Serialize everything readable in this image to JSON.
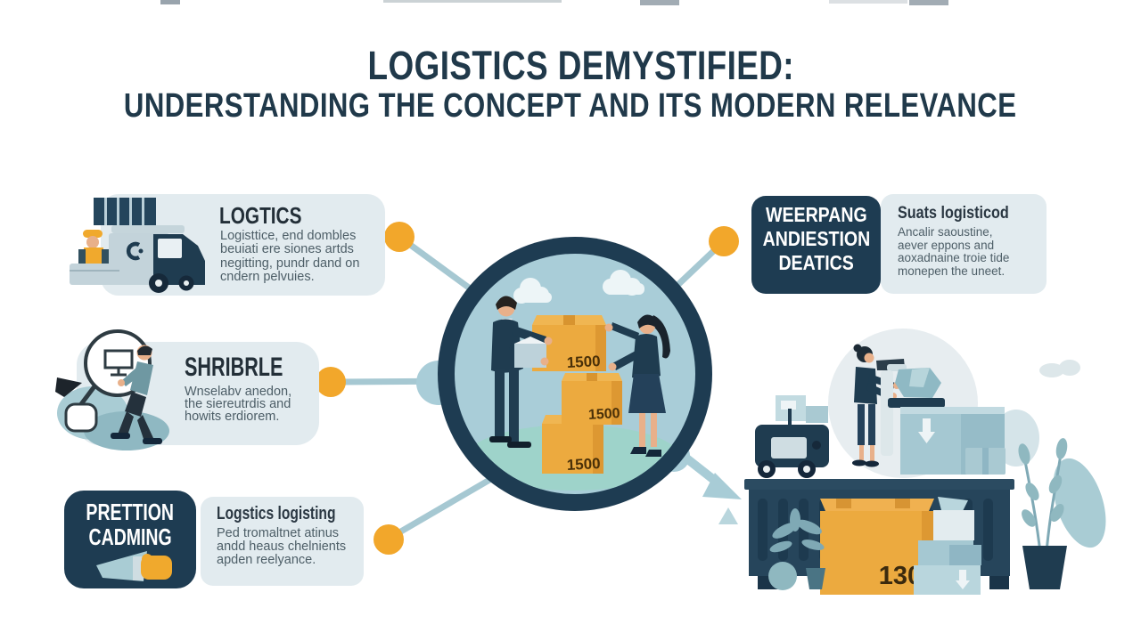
{
  "title": {
    "line1": "LOGISTICS DEMYSTIFIED:",
    "line2": "UNDERSTANDING THE CONCEPT AND ITS MODERN RELEVANCE"
  },
  "cards": {
    "logtics": {
      "heading": "LOGTICS",
      "lines": [
        "Logisttice, end dombles",
        "beuiati ere siones artds",
        "negitting, pundr dand on",
        "cndern pelvuies."
      ]
    },
    "shribrle": {
      "heading": "SHRIBRLE",
      "lines": [
        "Wnselabv anedon,",
        "the siereutrdis and",
        "howits erdiorem."
      ]
    },
    "prettion": {
      "badge": [
        "PRETTION",
        "CADMING"
      ],
      "heading": "Logstics logisting",
      "lines": [
        "Ped tromaltnet atinus",
        "andd heaus chelnients",
        "apden reelyance."
      ]
    },
    "weerpang": {
      "badge": [
        "WEERPANG",
        "ANDIESTION",
        "DEATICS"
      ],
      "heading": "Suats logisticod",
      "lines": [
        "Ancalir saoustine,",
        "aever eppons and",
        "aoxadnaine troie tide",
        "monepen the uneet."
      ]
    }
  },
  "center_illustration": {
    "box_labels": [
      "1500",
      "1500",
      "1500"
    ]
  },
  "warehouse_scene": {
    "box_label": "130"
  },
  "icons": [
    "truck-icon",
    "magnifier-icon",
    "hand-icon",
    "connector-dot",
    "flow-arrow"
  ],
  "colors": {
    "accent_yellow": "#f2a72b",
    "navy": "#1e3c52",
    "card_bg": "#e2ebef",
    "connector": "#a6c8d2",
    "box_orange": "#ecaa3f",
    "circle_fill": "#a9cdd8"
  }
}
